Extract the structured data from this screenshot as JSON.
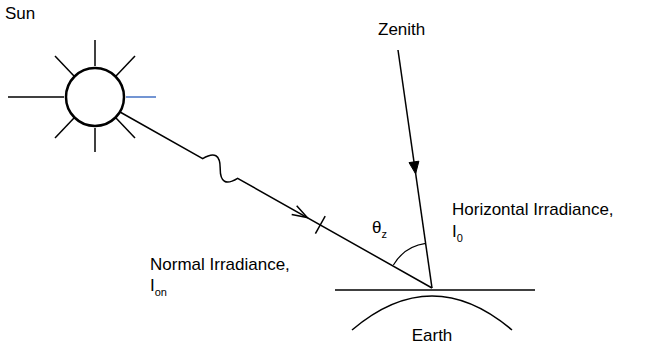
{
  "diagram": {
    "labels": [
      "Sun",
      "Zenith",
      "θ",
      "z",
      "Normal Irradiance,",
      "I",
      "on",
      "Horizontal Irradiance,",
      "I",
      "0",
      "Earth"
    ]
  }
}
